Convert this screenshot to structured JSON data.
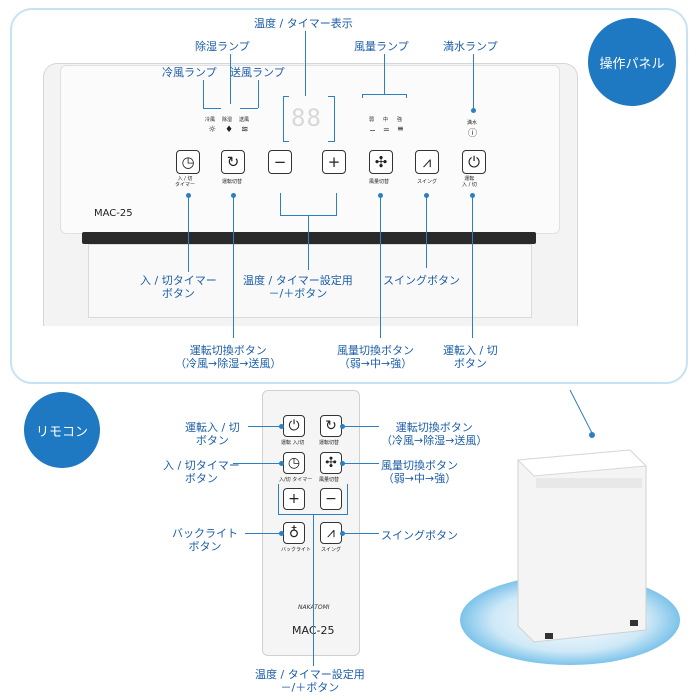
{
  "top_labels": {
    "display": "温度 / タイマー表示",
    "dehumid_lamp": "除湿ランプ",
    "cool_lamp": "冷風ランプ",
    "fan_lamp": "送風ランプ",
    "fanspeed_lamp": "風量ランプ",
    "full_lamp": "満水ランプ"
  },
  "badges": {
    "panel": "操作パネル",
    "remote": "リモコン"
  },
  "panel": {
    "model": "MAC-25",
    "display_digits": "88",
    "mode_labels": [
      "冷風",
      "除湿",
      "送風"
    ],
    "speed_labels": [
      "弱",
      "中",
      "強"
    ],
    "full_small": "満水",
    "button_labels": {
      "timer": "入 / 切\nタイマー",
      "mode": "運転切替",
      "fan": "風量切替",
      "swing": "スイング",
      "power": "運転\n入 / 切"
    }
  },
  "panel_callouts": {
    "timer": "入 / 切タイマー\nボタン",
    "temp": "温度 / タイマー設定用\n－/＋ボタン",
    "swing": "スイングボタン",
    "mode": "運転切換ボタン\n（冷風→除湿→送風）",
    "fan": "風量切換ボタン\n（弱→中→強）",
    "power": "運転入 / 切\nボタン"
  },
  "remote": {
    "model": "MAC-25",
    "brand": "NAKATOMI",
    "btn_small": {
      "power": "運転 入/切",
      "mode": "運転切替",
      "timer": "入/切 タイマー",
      "fan": "風量切替",
      "backlight": "バックライト",
      "swing": "スイング"
    }
  },
  "remote_callouts": {
    "power": "運転入 / 切\nボタン",
    "timer": "入 / 切タイマー\nボタン",
    "backlight": "バックライト\nボタン",
    "mode": "運転切換ボタン\n（冷風→除湿→送風）",
    "fan": "風量切換ボタン\n（弱→中→強）",
    "swing": "スイングボタン",
    "temp": "温度 / タイマー設定用\n－/＋ボタン"
  },
  "colors": {
    "accent": "#1e78c2",
    "callout_line": "#2d7fc4",
    "frame": "#c7e2f2"
  }
}
